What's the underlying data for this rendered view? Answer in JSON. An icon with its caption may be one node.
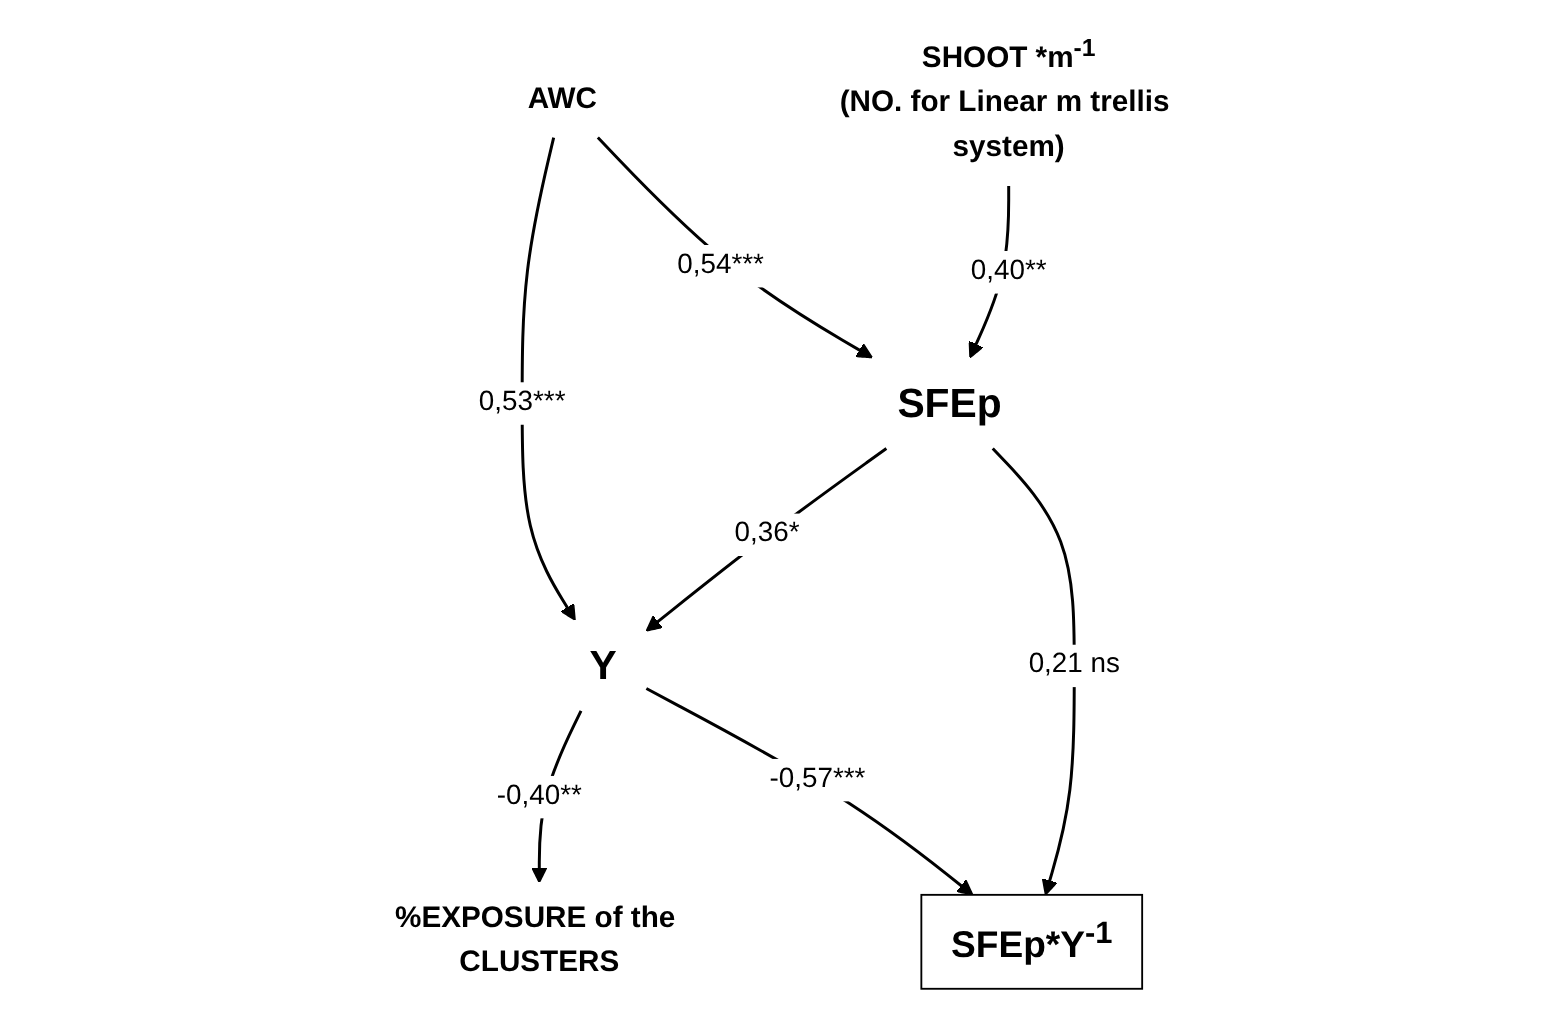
{
  "diagram": {
    "nodes": [
      {
        "text": [
          "AWC"
        ]
      },
      {
        "text": [
          "SHOOT *m$^{-1}$",
          "(NO. for Linear m trellis system)"
        ]
      },
      {
        "text": [
          "Y"
        ]
      },
      {
        "text": [
          "SFEp"
        ]
      },
      {
        "text": [
          "%EXPOSURE of the CLUSTERS"
        ]
      },
      {
        "text": [
          "SFEp*Y$^{-1}$"
        ]
      }
    ],
    "edges": [
      {
        "from": 0,
        "to": 2,
        "arrow": "to",
        "label": "0,53***"
      },
      {
        "from": 0,
        "to": 3,
        "arrow": "to",
        "label": "0,54***"
      },
      {
        "from": 1,
        "to": 3,
        "arrow": "to",
        "label": "0,40**"
      },
      {
        "from": 3,
        "to": 2,
        "arrow": "to",
        "label": "0,36*"
      },
      {
        "from": 2,
        "to": 4,
        "arrow": "to",
        "label": "-0,40**"
      },
      {
        "from": 2,
        "to": 5,
        "arrow": "to",
        "label": "-0,57***"
      },
      {
        "from": 3,
        "to": 5,
        "arrow": "to",
        "label": "0,21 ns"
      }
    ]
  }
}
